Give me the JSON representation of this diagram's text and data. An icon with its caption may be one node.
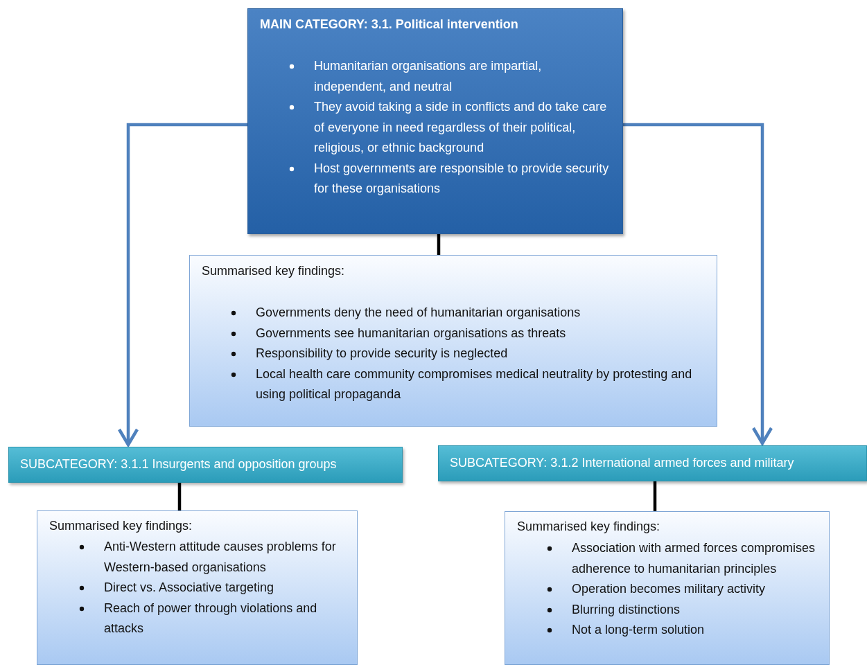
{
  "diagram": {
    "nodes": [
      {
        "text": [
          "MAIN CATEGORY:  3.1. Political intervention",
          "Humanitarian organisations are impartial, independent, and neutral",
          "They avoid taking a side in conflicts and do take care of everyone in need regardless of their political, religious,  or ethnic background",
          "Host governments are responsible to provide security for these organisations"
        ]
      },
      {
        "text": [
          "Summarised key findings:",
          "Governments deny the need of humanitarian organisations",
          "Governments see humanitarian organisations as threats",
          "Responsibility to provide security is neglected",
          "Local health care community compromises medical neutrality by protesting and using political propaganda"
        ]
      },
      {
        "text": [
          "SUBCATEGORY: 3.1.1 Insurgents and opposition groups"
        ]
      },
      {
        "text": [
          "SUBCATEGORY: 3.1.2 International armed forces and military"
        ]
      },
      {
        "text": [
          "Summarised key findings:",
          "Anti-Western attitude causes problems for Western-based organisations",
          "Direct vs. Associative targeting",
          "Reach of power through violations and attacks"
        ]
      },
      {
        "text": [
          "Summarised key findings:",
          "Association with armed forces compromises adherence  to humanitarian principles",
          "Operation becomes military activity",
          "Blurring distinctions",
          "Not a long-term solution"
        ]
      }
    ],
    "edges": [
      {
        "from": 0,
        "to": 1,
        "arrow": "none"
      },
      {
        "from": 0,
        "to": 2,
        "arrow": "to",
        "color": "#4f81bd"
      },
      {
        "from": 0,
        "to": 3,
        "arrow": "to",
        "color": "#4f81bd"
      },
      {
        "from": 2,
        "to": 4,
        "arrow": "none"
      },
      {
        "from": 3,
        "to": 5,
        "arrow": "none"
      }
    ]
  }
}
